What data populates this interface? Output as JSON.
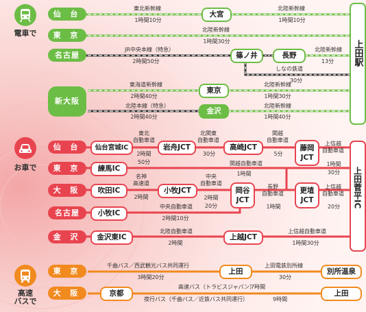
{
  "train": {
    "mode_label": "電車で",
    "routes": [
      {
        "origin": "仙 台",
        "line1": "東北新幹線",
        "time1": "1時間10分",
        "via": "大宮",
        "line2": "北陸新幹線",
        "time2": "1時間10分"
      },
      {
        "origin": "東 京",
        "line": "北陸新幹線",
        "time": "1時間30分"
      },
      {
        "origin": "名古屋",
        "line": "JR中央本線（特急）",
        "time": "2時間50分",
        "via1": "篠ノ井",
        "via2": "長野",
        "line2": "北陸新幹線",
        "time2": "13分",
        "branch": "しなの鉄道",
        "branch_time": "30分"
      },
      {
        "origin": "新大阪",
        "lineA": "東海道新幹線",
        "timeA": "2時間40分",
        "viaA": "東京",
        "lineA2": "北陸新幹線",
        "timeA2": "1時間30分",
        "lineB": "北陸本線（特急）",
        "timeB": "2時間40分",
        "viaB": "金沢",
        "lineB2": "北陸新幹線",
        "timeB2": "1時間40分"
      }
    ],
    "destination": "上田駅"
  },
  "car": {
    "mode_label": "お車で",
    "routes": [
      {
        "origin": "仙 台",
        "ic": "仙台宮城IC",
        "road1": "東北\n自動車道",
        "time1": "2時間\n50分",
        "jct1": "岩舟JCT",
        "road2": "北関東\n自動車道",
        "time2": "30分",
        "jct2": "高崎JCT",
        "road3": "関越\n自動車道",
        "time3": "5分",
        "jct3": "藤岡\nJCT",
        "road4": "上信越\n自動車道",
        "time4": "1時間\n30分"
      },
      {
        "origin": "東 京",
        "ic": "練馬IC",
        "road": "関越自動車道",
        "time": "1時間"
      },
      {
        "origin": "大 阪",
        "ic": "吹田IC",
        "road1": "名神\n高速道",
        "time1": "2時間",
        "jct1": "小牧JCT",
        "road2": "中央\n自動車道",
        "time2": "2時間\n20分",
        "jct2": "岡谷\nJCT",
        "road3": "長野\n自動車道",
        "time3": "1時間",
        "jct3": "更埴\nJCT",
        "road4": "上信越\n自動車道",
        "time4": "20分"
      },
      {
        "origin": "名古屋",
        "ic": "小牧IC",
        "road": "中央自動車道",
        "time": "2時間10分"
      },
      {
        "origin": "金 沢",
        "ic": "金沢東IC",
        "road1": "北陸自動車道",
        "time1": "2時間",
        "jct": "上越JCT",
        "road2": "上信越自動車道",
        "time2": "1時間30分"
      }
    ],
    "destination": "上田菅平IC"
  },
  "bus": {
    "mode_label": "高速\nバスで",
    "routes": [
      {
        "origin": "東 京",
        "line": "千曲バス／西武観光バス共同運行",
        "time": "3時間20分",
        "via": "上田",
        "line2": "上田電鉄別所線",
        "time2": "30分",
        "dest": "別所温泉"
      },
      {
        "origin": "大 阪",
        "via": "京都",
        "line": "高速バス（トラビスジャパン）",
        "time": "7時間",
        "line2": "夜行バス（千曲バス／近鉄バス共同運行）",
        "time2": "9時間",
        "dest": "上田"
      }
    ]
  },
  "colors": {
    "train": "#6cbd45",
    "car": "#e8444f",
    "bus": "#f18a1f",
    "jr": "#333333"
  },
  "icons": [
    "train-icon",
    "car-icon",
    "bus-icon"
  ]
}
